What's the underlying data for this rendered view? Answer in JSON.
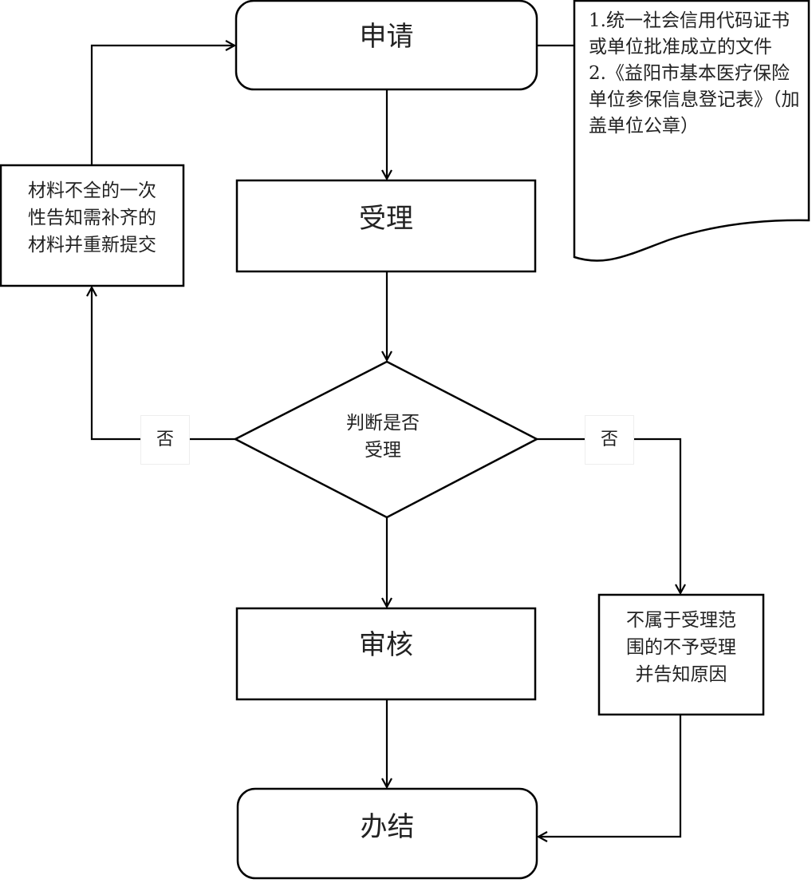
{
  "nodes": {
    "apply": "申请",
    "accept": "受理",
    "decision": [
      "判断是否",
      "受理"
    ],
    "review": "审核",
    "complete": "办结",
    "resubmit": [
      "材料不全的一次",
      "性告知需补齐的",
      "材料并重新提交"
    ],
    "reject": [
      "不属于受理范",
      "围的不予受理",
      "并告知原因"
    ],
    "documents": [
      "1.统一社会信用代码证书或单位批准成立的文件",
      "2.《益阳市基本医疗保险单位参保信息登记表》（加盖单位公章）"
    ]
  },
  "labels": {
    "no_left": "否",
    "no_right": "否"
  }
}
